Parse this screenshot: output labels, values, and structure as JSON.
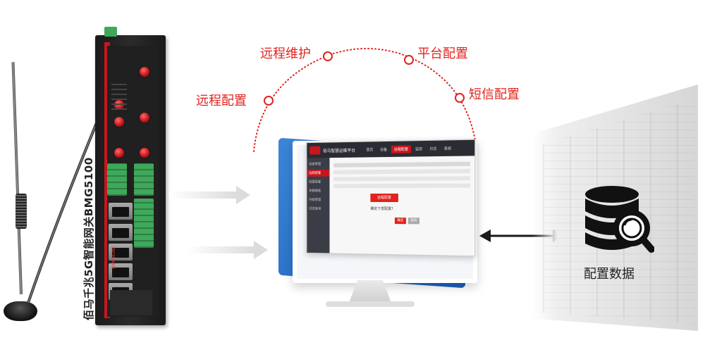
{
  "device": {
    "caption": "佰马千兆5G智能网关BMG5100",
    "brand_text": "BAMAILINK"
  },
  "arc": {
    "labels": {
      "remote_config": "远程配置",
      "remote_maintenance": "远程维护",
      "platform_config": "平台配置",
      "sms_config": "短信配置"
    },
    "accent_color": "#e0231d"
  },
  "monitor_ui": {
    "title": "佰马智慧运维平台",
    "tabs": [
      "首页",
      "设备",
      "远程配置",
      "监控",
      "日志",
      "系统"
    ],
    "sidebar": [
      "设备管理",
      "远程配置",
      "批量配置",
      "参数模板",
      "升级管理",
      "日志查询"
    ],
    "red_button": "远程配置",
    "dialog_text": "确定下发配置?",
    "confirm": "确定",
    "cancel": "取消"
  },
  "database": {
    "caption": "配置数据",
    "icon": "database-search-icon"
  }
}
